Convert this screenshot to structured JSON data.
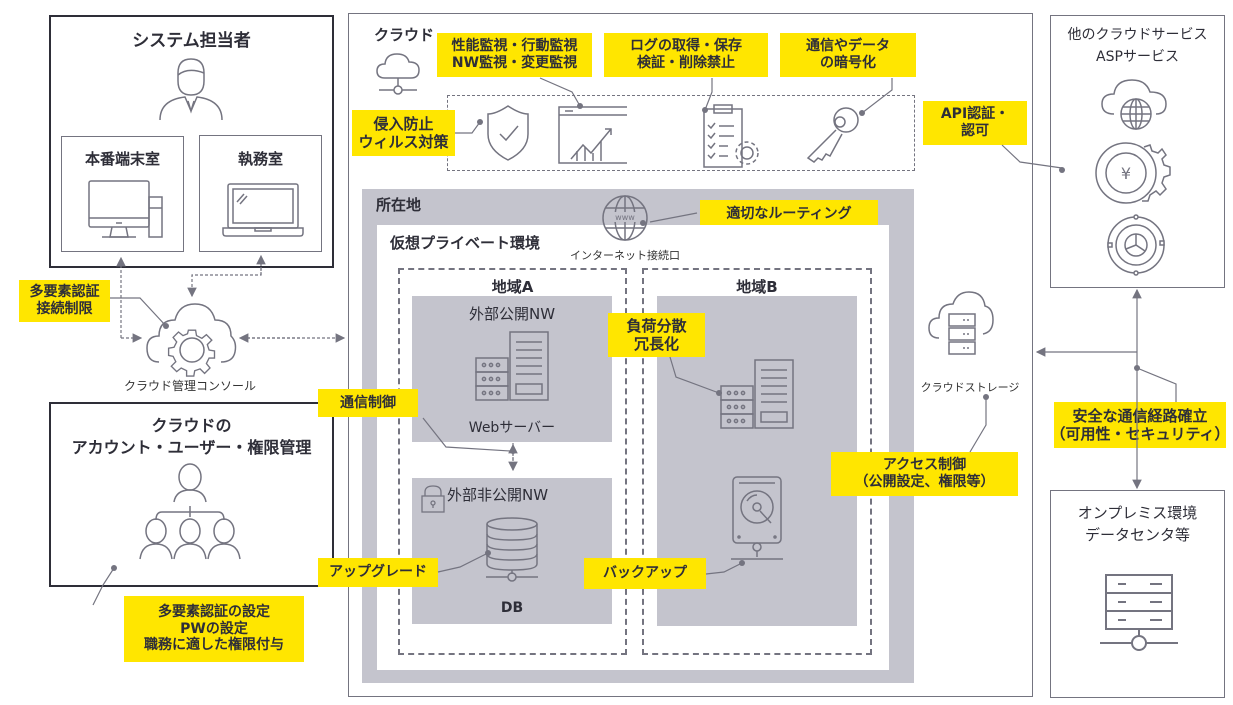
{
  "colors": {
    "highlight": "#ffe600",
    "region_grey": "#c4c4cd",
    "line": "#747480",
    "text": "#2e2e38"
  },
  "system_admin": {
    "title": "システム担当者",
    "rooms": [
      {
        "label": "本番端末室",
        "icon": "desktop-computer-icon"
      },
      {
        "label": "執務室",
        "icon": "laptop-icon"
      }
    ]
  },
  "console": {
    "label": "クラウド管理コンソール",
    "callout": [
      "多要素認証",
      "接続制限"
    ]
  },
  "account_mgmt": {
    "title_line1": "クラウドの",
    "title_line2": "アカウント・ユーザー・権限管理",
    "callout": [
      "多要素認証の設定",
      "PWの設定",
      "職務に適した権限付与"
    ]
  },
  "cloud": {
    "title": "クラウド",
    "callouts": {
      "intrusion": [
        "侵入防止",
        "ウィルス対策"
      ],
      "monitoring": [
        "性能監視・行動監視",
        "NW監視・変更監視"
      ],
      "logs": [
        "ログの取得・保存",
        "検証・削除禁止"
      ],
      "encryption": [
        "通信やデータ",
        "の暗号化"
      ],
      "api": [
        "API認証・",
        "認可"
      ]
    },
    "location": {
      "title": "所在地",
      "routing_callout": "適切なルーティング",
      "internet_label": "インターネット接続口",
      "vpc": {
        "title": "仮想プライベート環境",
        "region_a": {
          "title": "地域A",
          "public_nw": "外部公開NW",
          "web_server": "Webサーバー",
          "private_nw": "外部非公開NW",
          "db": "DB"
        },
        "region_b": {
          "title": "地域B"
        }
      }
    },
    "storage_label": "クラウドストレージ",
    "callouts2": {
      "comm_control": "通信制御",
      "load_balance": [
        "負荷分散",
        "冗長化"
      ],
      "upgrade": "アップグレード",
      "backup": "バックアップ",
      "access_control": [
        "アクセス制御",
        "（公開設定、権限等）"
      ]
    }
  },
  "other_cloud": {
    "title_line1": "他のクラウドサービス",
    "title_line2": "ASPサービス"
  },
  "secure_path_callout": [
    "安全な通信経路確立",
    "（可用性・セキュリティ）"
  ],
  "onprem": {
    "title_line1": "オンプレミス環境",
    "title_line2": "データセンタ等"
  }
}
